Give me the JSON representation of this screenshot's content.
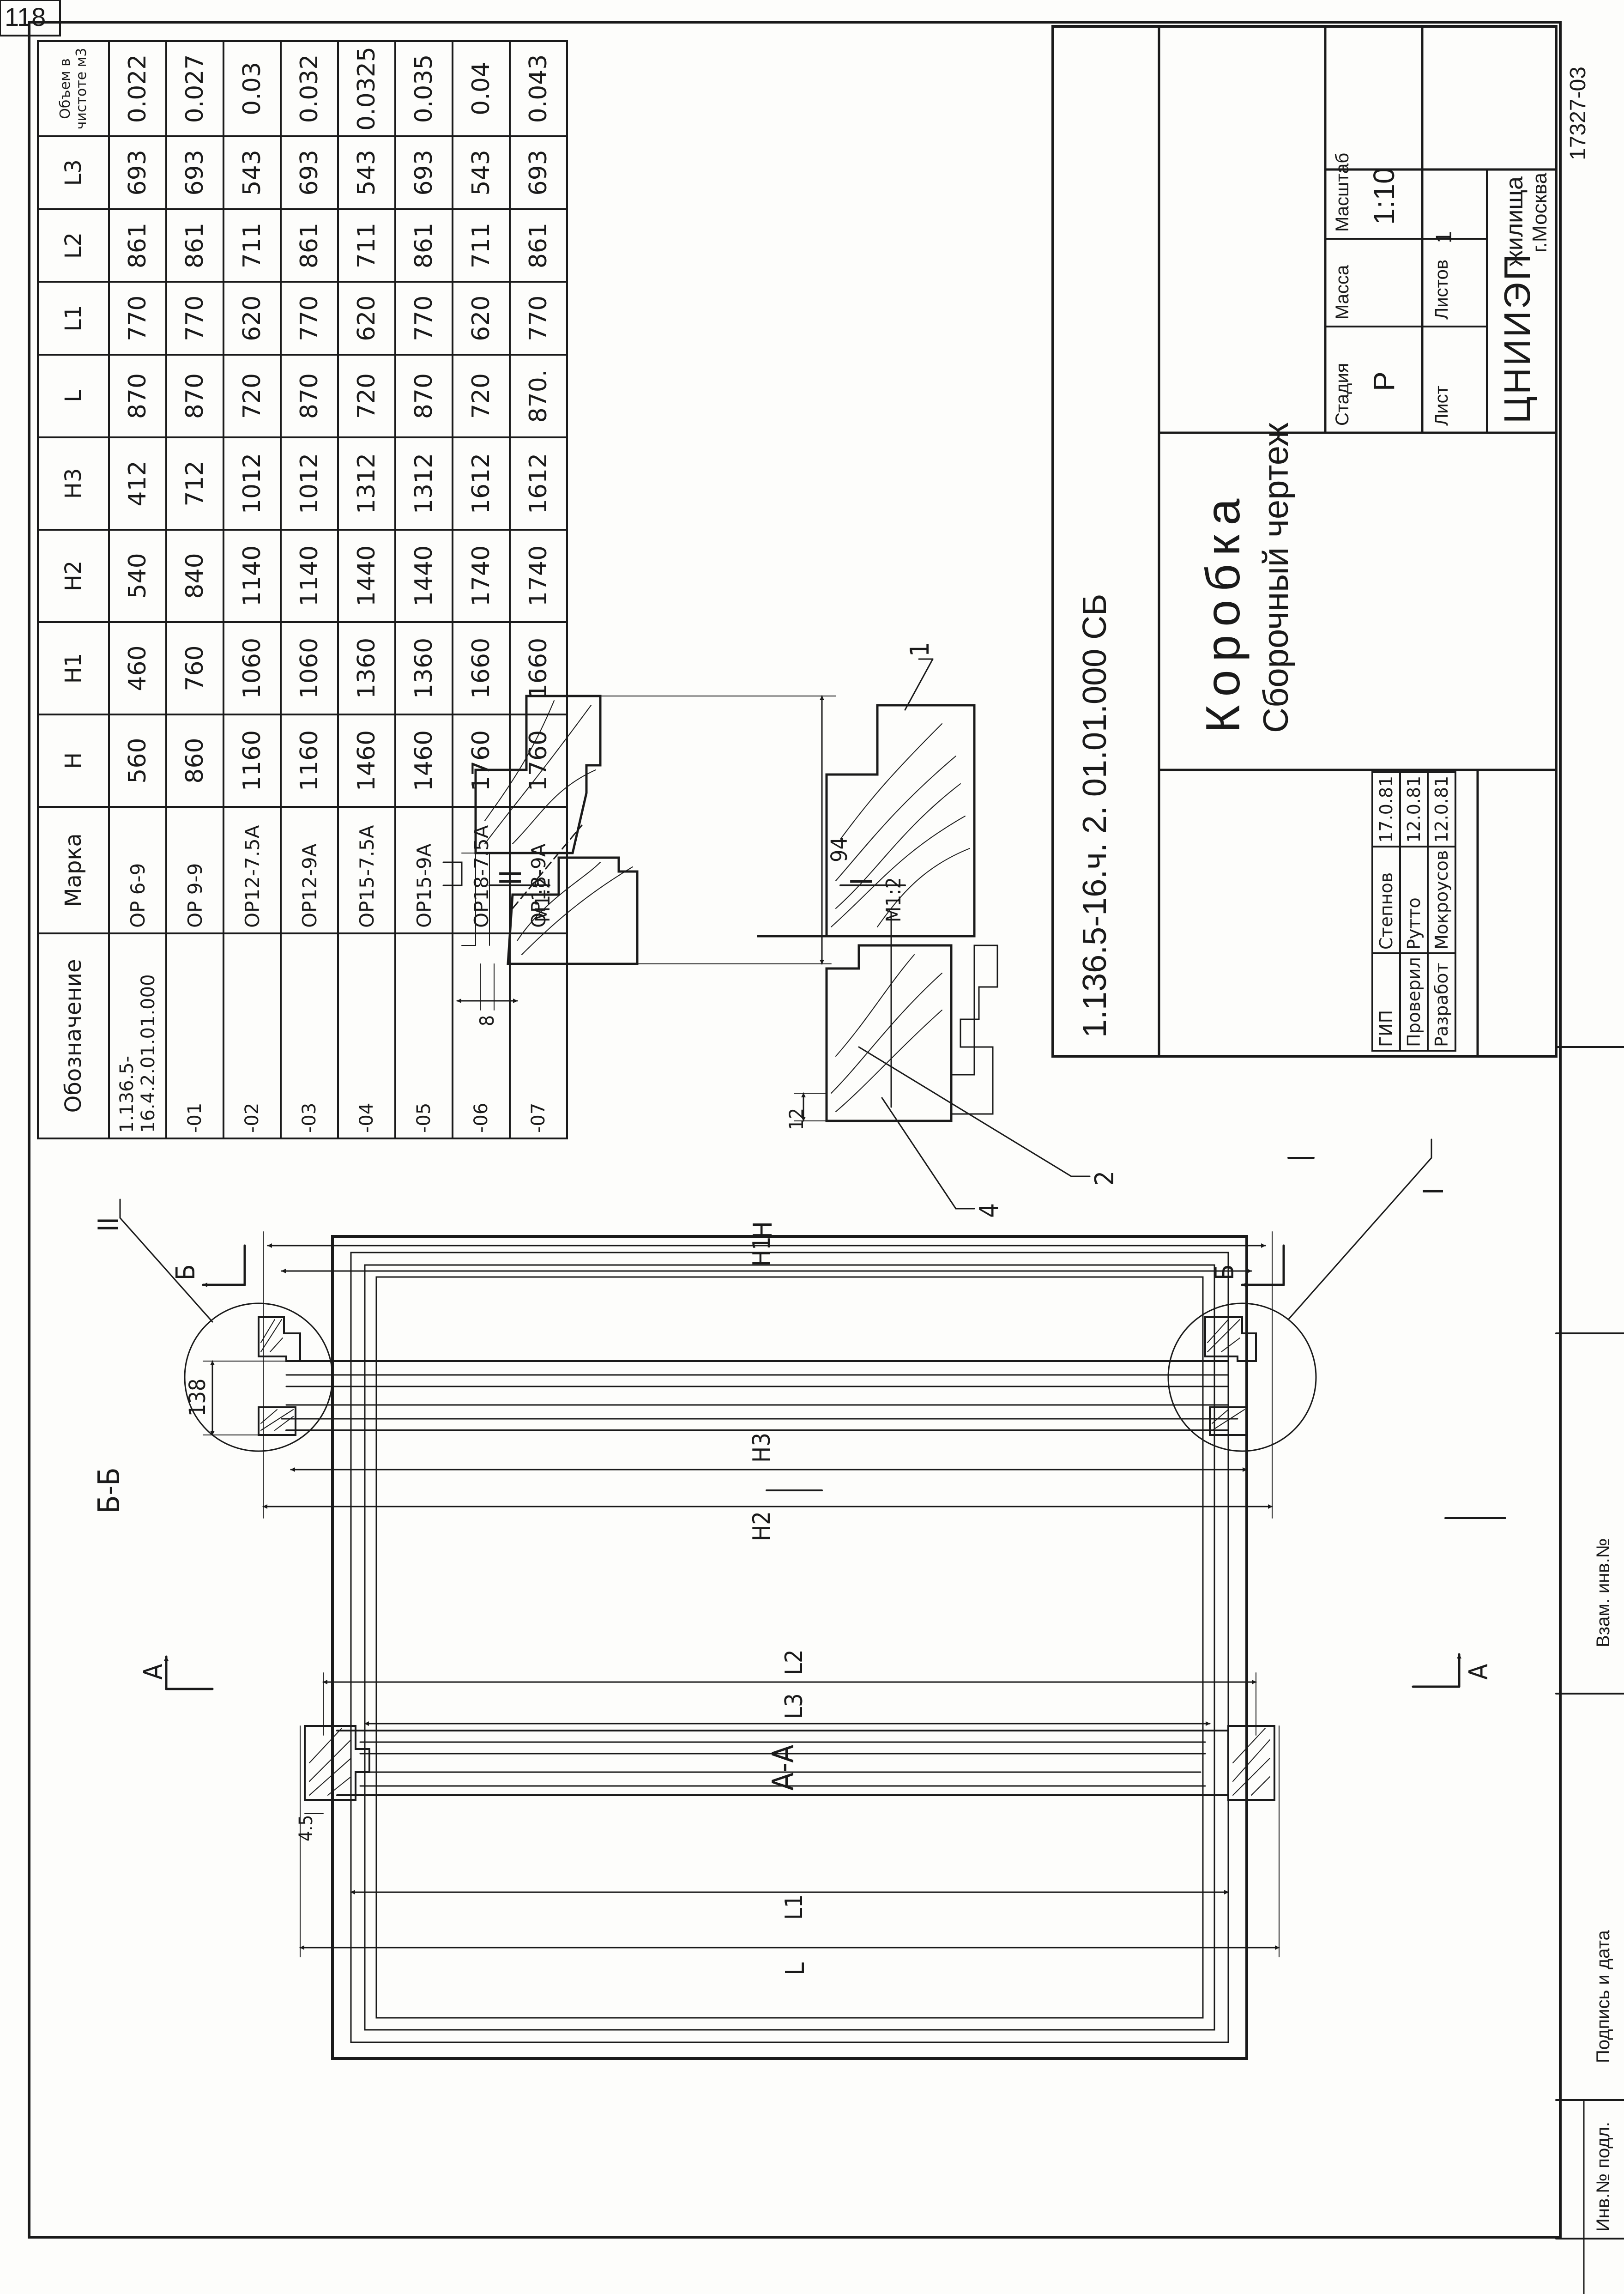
{
  "sheet_page_number": "118",
  "section_bb": "Б-Б",
  "section_aa": "А-А",
  "section_marks": {
    "a": "А",
    "b": "Б"
  },
  "detail_I": {
    "label": "I",
    "scale": "М1:2"
  },
  "detail_II": {
    "label": "II",
    "scale": "М1:2"
  },
  "dims": {
    "bb_H": "H",
    "bb_H1": "H1",
    "bb_H2": "H2",
    "bb_H3": "H3",
    "bb_138": "138",
    "aa_L": "L",
    "aa_L1": "L1",
    "aa_L2": "L2",
    "aa_L3": "L3",
    "aa_45": "4.5",
    "detI_12": "12",
    "detII_8": "8",
    "detII_94": "94"
  },
  "leaders": {
    "p1": "1",
    "p2": "2",
    "p4": "4"
  },
  "table": {
    "headers": [
      "Обозначение",
      "Марка",
      "H",
      "H1",
      "H2",
      "H3",
      "L",
      "L1",
      "L2",
      "L3",
      "Объем в чистоте м3"
    ],
    "rows": [
      [
        "1.136.5-16.4.2.01.01.000",
        "ОР 6-9",
        "560",
        "460",
        "540",
        "412",
        "870",
        "770",
        "861",
        "693",
        "0.022"
      ],
      [
        "-01",
        "ОР 9-9",
        "860",
        "760",
        "840",
        "712",
        "870",
        "770",
        "861",
        "693",
        "0.027"
      ],
      [
        "-02",
        "ОР12-7.5А",
        "1160",
        "1060",
        "1140",
        "1012",
        "720",
        "620",
        "711",
        "543",
        "0.03"
      ],
      [
        "-03",
        "ОР12-9А",
        "1160",
        "1060",
        "1140",
        "1012",
        "870",
        "770",
        "861",
        "693",
        "0.032"
      ],
      [
        "-04",
        "ОР15-7.5А",
        "1460",
        "1360",
        "1440",
        "1312",
        "720",
        "620",
        "711",
        "543",
        "0.0325"
      ],
      [
        "-05",
        "ОР15-9А",
        "1460",
        "1360",
        "1440",
        "1312",
        "870",
        "770",
        "861",
        "693",
        "0.035"
      ],
      [
        "-06",
        "ОР18-7.5А",
        "1760",
        "1660",
        "1740",
        "1612",
        "720",
        "620",
        "711",
        "543",
        "0.04"
      ],
      [
        "-07",
        "ОР18-9А",
        "1760",
        "1660",
        "1740",
        "1612",
        "870.",
        "770",
        "861",
        "693",
        "0.043"
      ]
    ]
  },
  "title_block": {
    "code": "1.136.5-16.ч. 2. 01.01.000 СБ",
    "name": "Коробка",
    "subtitle": "Сборочный чертеж",
    "stage_label": "Стадия",
    "mass_label": "Масса",
    "scale_label": "Масштаб",
    "stage": "Р",
    "mass": "",
    "scale": "1:10",
    "sheet_label": "Лист",
    "sheets_label": "Листов",
    "sheets": "1",
    "org_logo": "ЦНИИЭП",
    "org_rest": "жилища",
    "org_city": "г.Москва",
    "archive_no": "17327-03"
  },
  "signatures": [
    {
      "role": "ГИП",
      "name": "Степнов",
      "date": "17.0.81"
    },
    {
      "role": "Проверил",
      "name": "Рутто",
      "date": "12.0.81"
    },
    {
      "role": "Разработ",
      "name": "Мокроусов",
      "date": "12.0.81"
    }
  ],
  "side_stamp": [
    "Инв.№ подл.",
    "Подпись и дата",
    "Взам. инв.№"
  ]
}
